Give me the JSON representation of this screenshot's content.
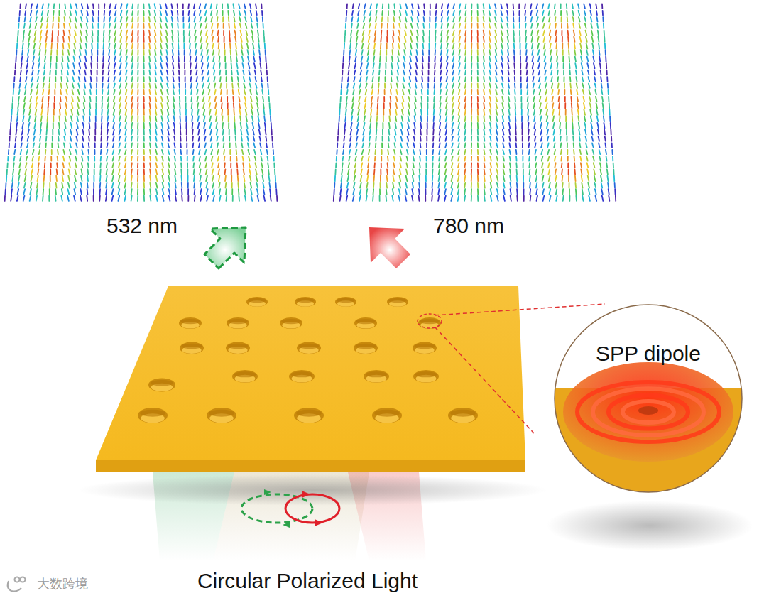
{
  "diagram": {
    "nodes": [
      {
        "text": [
          "SPP dipole"
        ]
      }
    ],
    "labels": [
      "532 nm",
      "780 nm",
      "Circular Polarized Light",
      "大数跨境"
    ]
  }
}
